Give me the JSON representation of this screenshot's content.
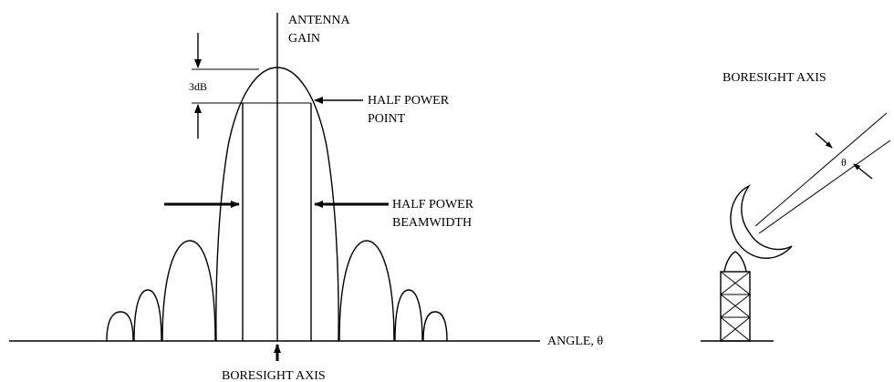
{
  "pattern": {
    "gain_label_1": "ANTENNA",
    "gain_label_2": "GAIN",
    "db_label": "3dB",
    "half_power_point_1": "HALF POWER",
    "half_power_point_2": "POINT",
    "beamwidth_label_1": "HALF POWER",
    "beamwidth_label_2": "BEAMWIDTH",
    "angle_label": "ANGLE, θ",
    "boresight_label": "BORESIGHT AXIS"
  },
  "dish": {
    "boresight_label": "BORESIGHT AXIS",
    "theta_label": "θ"
  },
  "colors": {
    "line": "#000000",
    "background": "#ffffff"
  }
}
